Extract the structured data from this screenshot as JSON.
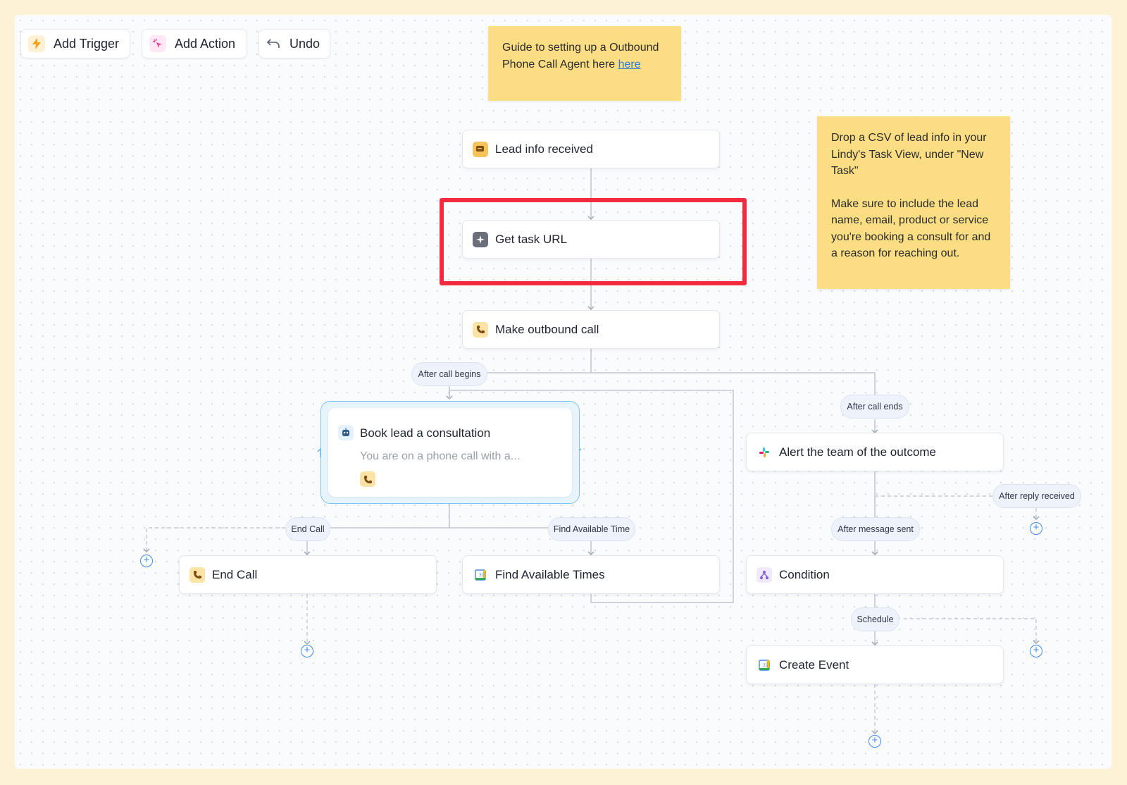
{
  "toolbar": {
    "add_trigger": "Add Trigger",
    "add_action": "Add Action",
    "undo": "Undo"
  },
  "notes": {
    "guide": {
      "text": "Guide to setting up a Outbound Phone Call Agent here ",
      "link": "here"
    },
    "csv": {
      "paragraph1": "Drop a CSV of lead info in your Lindy's Task View, under \"New Task\"",
      "paragraph2": "Make sure to include the lead name, email, product or service you're booking a consult for and a reason for reaching out."
    }
  },
  "nodes": {
    "lead_info": "Lead info received",
    "get_task_url": "Get task URL",
    "make_call": "Make outbound call",
    "book_lead": {
      "title": "Book lead a consultation",
      "preview": "You are on a phone call with a..."
    },
    "end_call": "End Call",
    "find_times": "Find Available Times",
    "alert_team": "Alert the team of the outcome",
    "condition": "Condition",
    "create_event": "Create Event"
  },
  "edge_labels": {
    "after_call_begins": "After call begins",
    "after_call_ends": "After call ends",
    "end_call": "End Call",
    "find_available_time": "Find Available Time",
    "after_message_sent": "After message sent",
    "after_reply_received": "After reply received",
    "schedule": "Schedule"
  },
  "colors": {
    "highlight": "#f22b3e",
    "note": "#fbde84",
    "accent": "#3d8bef",
    "agent_border": "#7cc3ea"
  },
  "icons": {
    "add_trigger": "lightning-icon",
    "add_action": "sparkle-cursor-icon",
    "undo": "undo-arrow-icon",
    "lead_info": "chat-bubble-icon",
    "get_task_url": "ai-sparkle-icon",
    "make_call": "phone-icon",
    "book_lead": "robot-agent-icon",
    "find_times": "google-calendar-icon",
    "alert_team": "slack-icon",
    "condition": "branch-icon",
    "create_event": "google-calendar-icon"
  }
}
